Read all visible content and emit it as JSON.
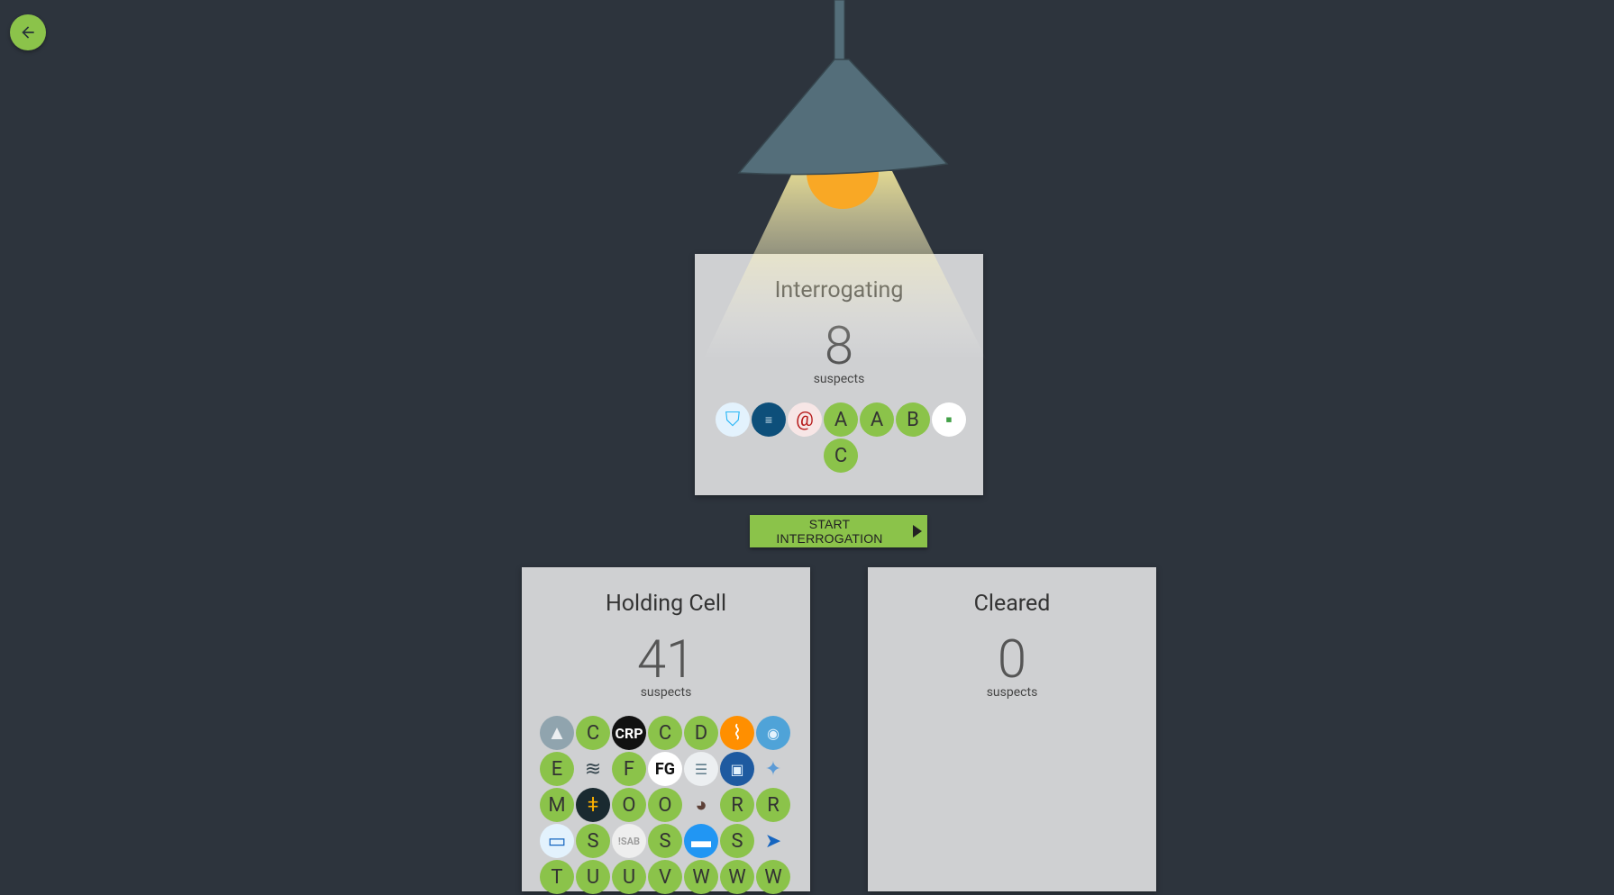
{
  "nav": {
    "back_icon": "arrow-left-icon"
  },
  "colors": {
    "background": "#2d343d",
    "accent": "#8bc34a",
    "card": "#cfd0d2",
    "bulb": "#f9a825",
    "shade": "#546e7a"
  },
  "interrogating": {
    "title": "Interrogating",
    "count": "8",
    "unit": "suspects",
    "avatars": [
      {
        "kind": "image",
        "icon": "shield-plug-icon"
      },
      {
        "kind": "image",
        "icon": "accelerated-mobile-pages-project-logo"
      },
      {
        "kind": "image",
        "icon": "at-sign-swirl-icon"
      },
      {
        "kind": "letter",
        "label": "A"
      },
      {
        "kind": "letter",
        "label": "A"
      },
      {
        "kind": "letter",
        "label": "B"
      },
      {
        "kind": "image",
        "icon": "tooltip-glossary-icon"
      },
      {
        "kind": "letter",
        "label": "C"
      }
    ]
  },
  "start_button": {
    "label": "START INTERROGATION",
    "icon": "play-icon"
  },
  "holding_cell": {
    "title": "Holding Cell",
    "count": "41",
    "unit": "suspects",
    "avatars": [
      {
        "kind": "image",
        "icon": "mountain-landscape-icon"
      },
      {
        "kind": "letter",
        "label": "C"
      },
      {
        "kind": "image",
        "icon": "crp-logo-icon",
        "text": "CRP"
      },
      {
        "kind": "letter",
        "label": "C"
      },
      {
        "kind": "letter",
        "label": "D"
      },
      {
        "kind": "image",
        "icon": "paperclip-icon"
      },
      {
        "kind": "image",
        "icon": "blue-badge-icon"
      },
      {
        "kind": "letter",
        "label": "E"
      },
      {
        "kind": "image",
        "icon": "speed-lines-icon"
      },
      {
        "kind": "letter",
        "label": "F"
      },
      {
        "kind": "image",
        "icon": "fg-logo-icon",
        "text": "FG"
      },
      {
        "kind": "image",
        "icon": "document-preview-icon"
      },
      {
        "kind": "image",
        "icon": "book-icon"
      },
      {
        "kind": "image",
        "icon": "puzzle-robot-icon"
      },
      {
        "kind": "letter",
        "label": "M"
      },
      {
        "kind": "image",
        "icon": "torch-icon"
      },
      {
        "kind": "letter",
        "label": "O"
      },
      {
        "kind": "letter",
        "label": "O"
      },
      {
        "kind": "image",
        "icon": "spy-detective-icon"
      },
      {
        "kind": "letter",
        "label": "R"
      },
      {
        "kind": "letter",
        "label": "R"
      },
      {
        "kind": "image",
        "icon": "browser-rocket-icon"
      },
      {
        "kind": "letter",
        "label": "S"
      },
      {
        "kind": "image",
        "icon": "sab-logo-icon",
        "text": "!SAB"
      },
      {
        "kind": "letter",
        "label": "S"
      },
      {
        "kind": "image",
        "icon": "archive-box-icon"
      },
      {
        "kind": "letter",
        "label": "S"
      },
      {
        "kind": "image",
        "icon": "blue-arrow-icon"
      },
      {
        "kind": "letter",
        "label": "T"
      },
      {
        "kind": "letter",
        "label": "U"
      },
      {
        "kind": "letter",
        "label": "U"
      },
      {
        "kind": "letter",
        "label": "V"
      },
      {
        "kind": "letter",
        "label": "W"
      },
      {
        "kind": "letter",
        "label": "W"
      },
      {
        "kind": "letter",
        "label": "W"
      }
    ]
  },
  "cleared": {
    "title": "Cleared",
    "count": "0",
    "unit": "suspects",
    "avatars": []
  }
}
